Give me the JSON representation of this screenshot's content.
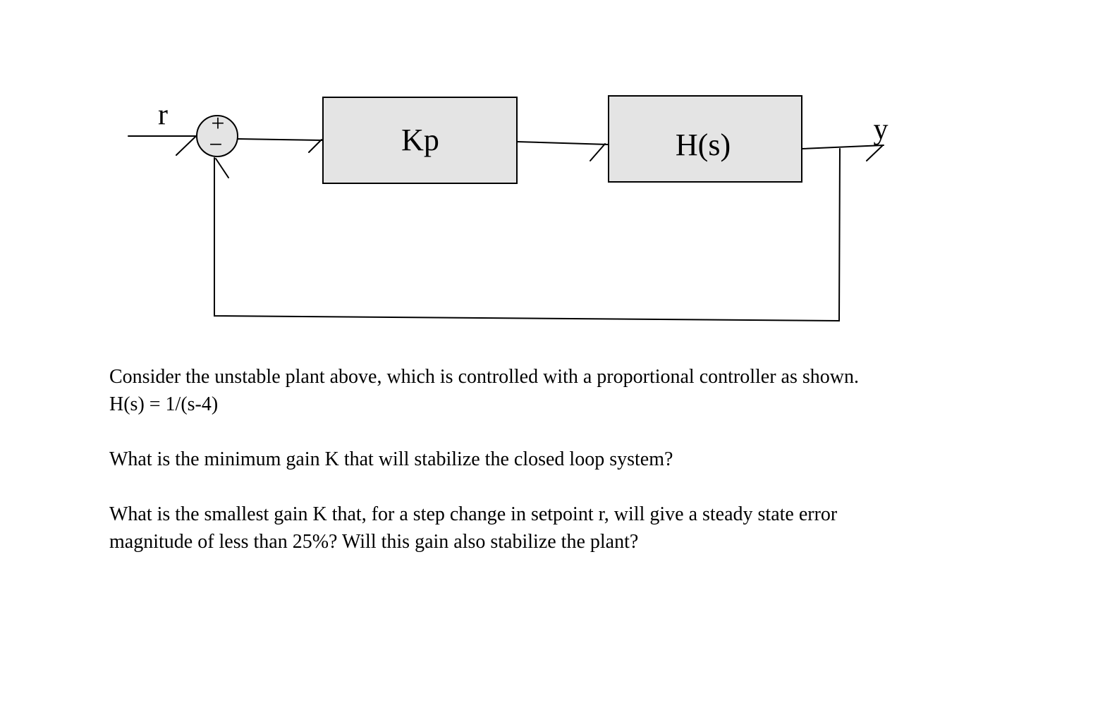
{
  "diagram": {
    "input_label": "r",
    "output_label": "y",
    "sum_plus": "+",
    "sum_minus": "−",
    "controller_label": "Kp",
    "plant_label": "H(s)",
    "block_fill": "#e4e4e4",
    "line_color": "#000000"
  },
  "problem_text": {
    "intro_line1": "Consider the unstable plant above, which is controlled with a proportional controller as shown.",
    "intro_line2": "H(s) = 1/(s-4)",
    "question1": "What is the minimum gain K that will stabilize the closed loop system?",
    "question2_line1": "What is the smallest gain K that, for a step change in setpoint r, will give a steady state error",
    "question2_line2": "magnitude of less than 25%? Will this gain also stabilize the plant?"
  }
}
